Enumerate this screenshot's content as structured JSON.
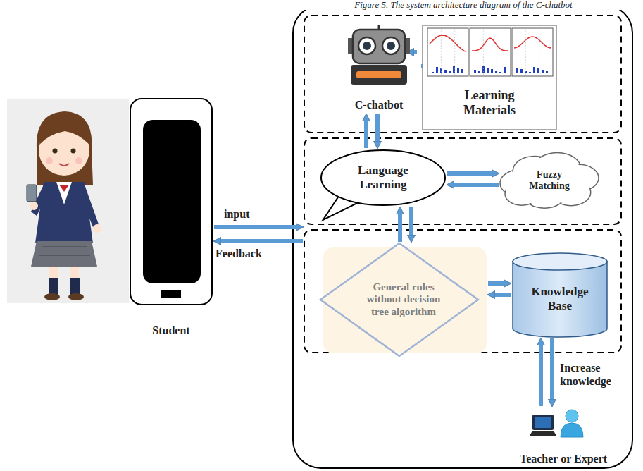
{
  "diagram": {
    "title": "Figure 5. The system architecture diagram of the C-chatbot",
    "nodes": [
      {
        "text": [
          "Student"
        ]
      },
      {
        "text": [
          "C-chatbot"
        ]
      },
      {
        "text": [
          "Learning Materials"
        ]
      },
      {
        "text": [
          "Language Learning"
        ]
      },
      {
        "text": [
          "Fuzzy Matching"
        ]
      },
      {
        "text": [
          "General rules without decision tree algorithm"
        ]
      },
      {
        "text": [
          "Knowledge Base"
        ]
      },
      {
        "text": [
          "Teacher or Expert"
        ]
      }
    ],
    "edges": [
      {
        "from": 1,
        "to": 2,
        "arrow": "to"
      },
      {
        "from": 2,
        "to": 1,
        "arrow": "to"
      },
      {
        "from": 3,
        "to": 1,
        "arrow": "to"
      },
      {
        "from": 1,
        "to": 3,
        "arrow": "to"
      },
      {
        "from": 3,
        "to": 4,
        "arrow": "to"
      },
      {
        "from": 4,
        "to": 3,
        "arrow": "to"
      },
      {
        "from": 5,
        "to": 3,
        "arrow": "to"
      },
      {
        "from": 3,
        "to": 5,
        "arrow": "to"
      },
      {
        "from": 5,
        "to": 6,
        "arrow": "to"
      },
      {
        "from": 6,
        "to": 5,
        "arrow": "to"
      },
      {
        "from": 7,
        "to": 6,
        "arrow": "to"
      },
      {
        "from": 6,
        "to": 7,
        "arrow": "to"
      }
    ],
    "labels": [
      "input",
      "Feedback",
      "Increase knowledge"
    ]
  }
}
